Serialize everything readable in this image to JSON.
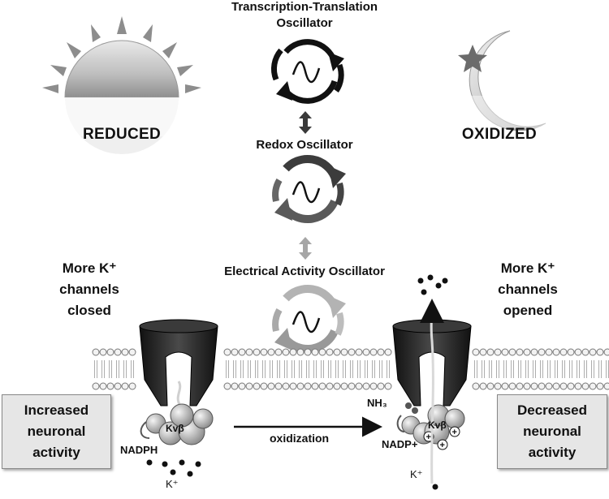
{
  "title_top_line1": "Transcription-Translation",
  "title_top_line2": "Oscillator",
  "redox_label": "Redox Oscillator",
  "electrical_label": "Electrical Activity Oscillator",
  "reduced_label": "REDUCED",
  "oxidized_label": "OXIDIZED",
  "left_note": [
    "More K⁺",
    "channels",
    "closed"
  ],
  "right_note": [
    "More K⁺",
    "channels",
    "opened"
  ],
  "left_box": [
    "Increased",
    "neuronal",
    "activity"
  ],
  "right_box": [
    "Decreased",
    "neuronal",
    "activity"
  ],
  "arrow_label": "oxidization",
  "left_channel": {
    "subunit": "Kvβ",
    "cofactor": "NADPH",
    "ion": "K⁺"
  },
  "right_channel": {
    "subunit": "Kvβ",
    "cofactor": "NADP+",
    "group": "NH₃",
    "ion": "K⁺"
  },
  "colors": {
    "background": "#ffffff",
    "channel": "#2a2a2a",
    "membrane": "#bdbdbd",
    "sun": "#9e9e9e",
    "moon": "#bcbcbc"
  }
}
